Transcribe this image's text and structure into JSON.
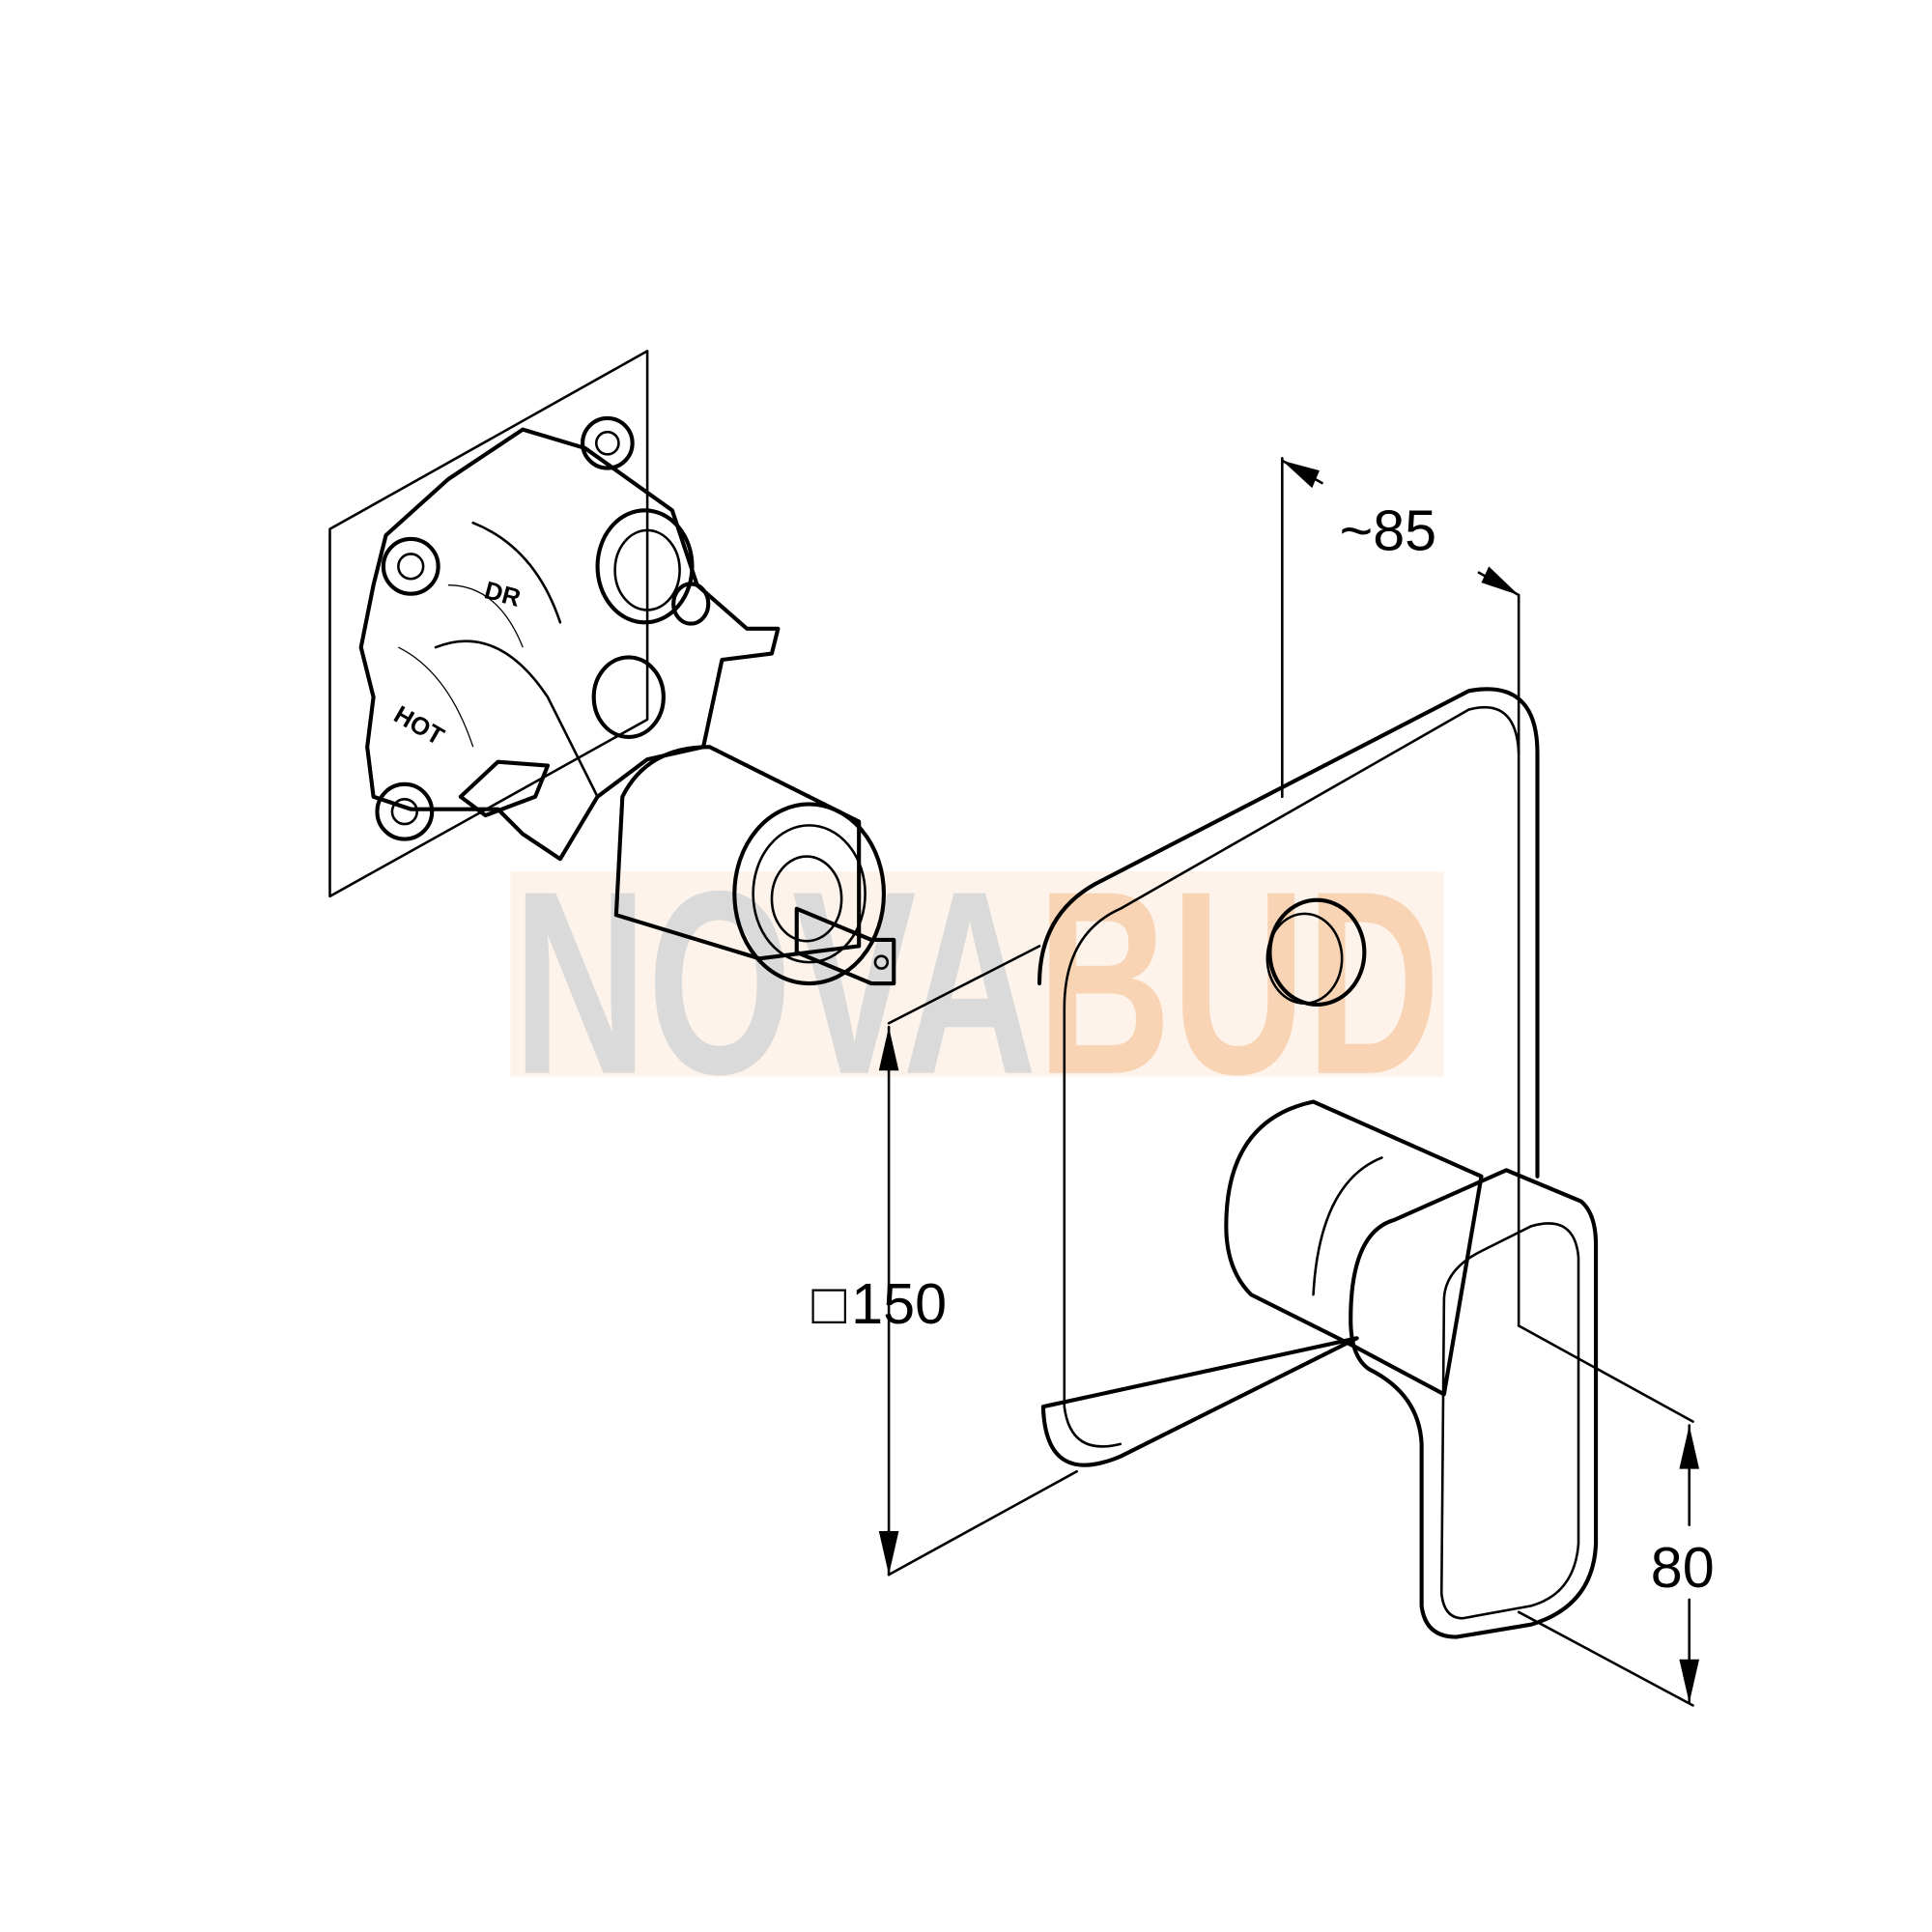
{
  "diagram": {
    "labels": {
      "body_top": "DR",
      "body_side": "HOT"
    },
    "dimensions": {
      "depth": "~85",
      "plate_size": "150",
      "plate_symbol": "□",
      "lever_length": "80"
    },
    "watermark": {
      "part1": "NOVA",
      "part2": "BUD",
      "color1": "#c8c8c8",
      "color2": "#f6c89a"
    }
  }
}
